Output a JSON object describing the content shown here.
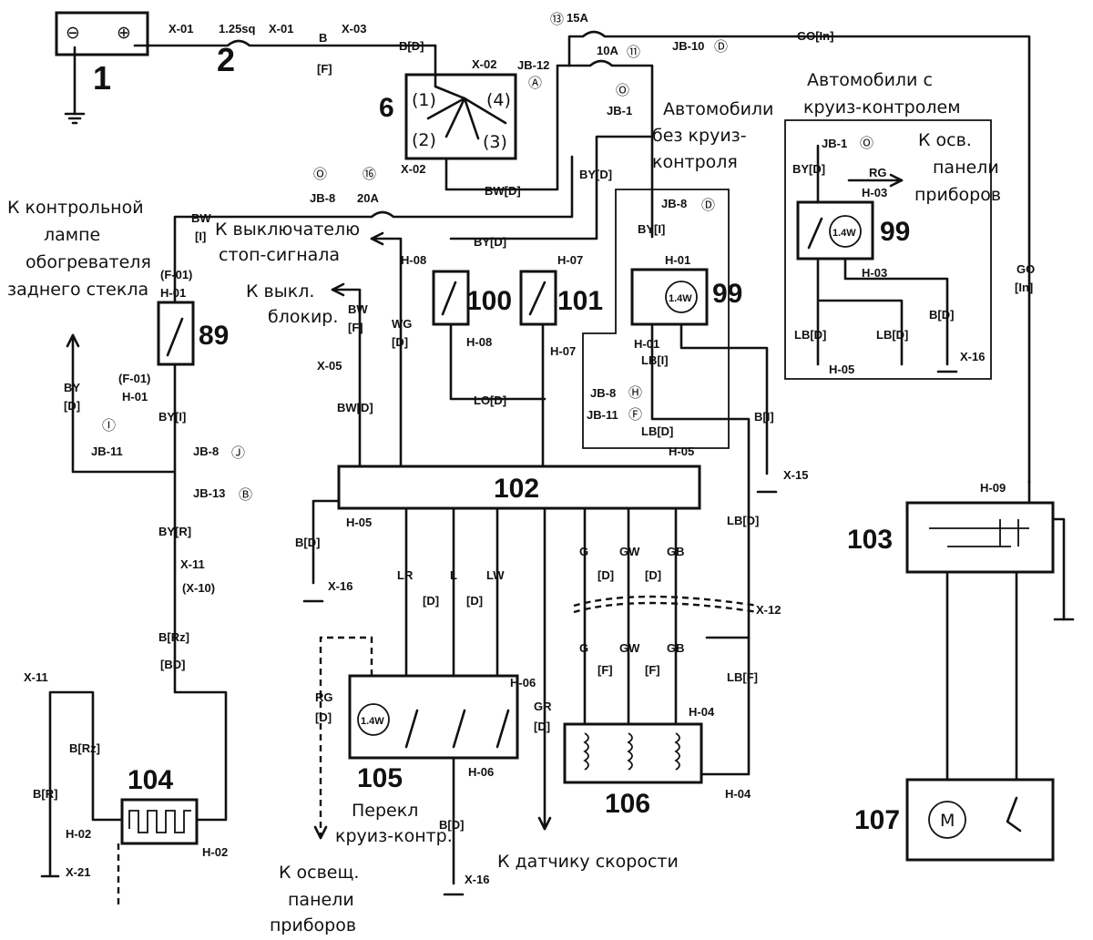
{
  "components": {
    "c1": "1",
    "c2": "2",
    "c6": "6",
    "c89": "89",
    "c99a": "99",
    "c99b": "99",
    "c100": "100",
    "c101": "101",
    "c102": "102",
    "c103": "103",
    "c104": "104",
    "c105": "105",
    "c106": "106",
    "c107": "107"
  },
  "ignition_terminals": [
    "(1)",
    "(2)",
    "(3)",
    "(4)"
  ],
  "lamp": "1.4W",
  "motor": "M",
  "battery": {
    "minus": "⊖",
    "plus": "⊕"
  },
  "fuses": {
    "main": "1.25sq",
    "f15a": "15A",
    "f15a_no": "⑬",
    "f10a": "10A",
    "f10a_no": "⑪",
    "f20a": "20A",
    "f20a_no": "⑯"
  },
  "notes": {
    "cruise_a": "Автомобили с",
    "cruise_b": "круиз-контролем",
    "nocruise_a": "Автомобили",
    "nocruise_b": "без круиз-",
    "nocruise_c": "контроля",
    "panel_a": "К осв.",
    "panel_b": "панели",
    "panel_c": "приборов",
    "lamp_a": "К контрольной",
    "lamp_b": "лампе",
    "lamp_c": "обогревателя",
    "lamp_d": "заднего стекла",
    "stop_a": "К выключателю",
    "stop_b": "стоп-сигнала",
    "block_a": "К выкл.",
    "block_b": "блокир.",
    "switch_a": "Перекл",
    "switch_b": "круиз-контр.",
    "speed": "К датчику скорости",
    "illum_a": "К освещ.",
    "illum_b": "панели",
    "illum_c": "приборов"
  },
  "labels": {
    "x01a": "X-01",
    "x01b": "X-01",
    "x03": "X-03",
    "x02a": "X-02",
    "x02b": "X-02",
    "b_f": "B",
    "b_f2": "[F]",
    "bd": "B[D]",
    "bw_d": "BW[D]",
    "jb12": "JB-12",
    "jb12c": "Ⓐ",
    "jb10": "JB-10",
    "jb10c": "Ⓓ",
    "go_in": "GO[In]",
    "jb1": "JB-1",
    "jb1c": "Ⓞ",
    "by_d1": "BY[D]",
    "jb8d": "JB-8",
    "jb8dc": "Ⓓ",
    "by_i": "BY[I]",
    "jb8": "JB-8",
    "jb8c": "Ⓞ",
    "bw_top": "BW",
    "bw_i": "[I]",
    "f01": "(F-01)",
    "h01": "H-01",
    "f01b": "(F-01)",
    "h01b": "H-01",
    "by_i2": "BY[I]",
    "by_side": "BY",
    "by_side2": "[D]",
    "jb11": "JB-11",
    "jb11c": "Ⓘ",
    "jb8j": "JB-8",
    "jb8jc": "Ⓙ",
    "jb13": "JB-13",
    "jb13c": "Ⓑ",
    "by_r": "BY[R]",
    "x11": "X-11",
    "x10": "(X-10)",
    "b_rz": "B[Rz]",
    "bd2": "[BD]",
    "x11b": "X-11",
    "b_rz2": "B[Rz]",
    "b_r": "B[R]",
    "h02": "H-02",
    "x21": "X-21",
    "h02b": "H-02",
    "by_d2": "BY[D]",
    "h08": "H-08",
    "h07": "H-07",
    "h08b": "H-08",
    "h07b": "H-07",
    "lo_d": "LO[D]",
    "h01c": "H-01",
    "h01d": "H-01",
    "lb_i": "LB[I]",
    "jb8h": "JB-8",
    "jb8hc": "Ⓗ",
    "jb11f": "JB-11",
    "jb11fc": "Ⓕ",
    "lb_d": "LB[D]",
    "h05": "H-05",
    "b_i": "B[I]",
    "x15": "X-15",
    "bw_f": "BW",
    "bw_f2": "[F]",
    "x05": "X-05",
    "bw_d2": "BW[D]",
    "wg": "WG",
    "wg2": "[D]",
    "h05b": "H-05",
    "b_d3": "B[D]",
    "x16a": "X-16",
    "lr": "LR",
    "l": "L",
    "lw": "LW",
    "d1": "[D]",
    "d2": "[D]",
    "g": "G",
    "gw": "GW",
    "gb": "GB",
    "d3": "[D]",
    "d4": "[D]",
    "d5": "[D]",
    "lb_d2": "LB[D]",
    "x12": "X-12",
    "g2": "G",
    "gw2": "GW",
    "gb2": "GB",
    "f1": "[F]",
    "f2": "[F]",
    "lb_f": "LB[F]",
    "h04": "H-04",
    "h04b": "H-04",
    "rg": "RG",
    "rg2": "[D]",
    "h06": "H-06",
    "h06b": "H-06",
    "gr": "GR",
    "gr2": "[D]",
    "b_d4": "B[D]",
    "x16b": "X-16",
    "jb1b": "JB-1",
    "jb1bc": "Ⓞ",
    "by_d3": "BY[D]",
    "rg3": "RG",
    "h03": "H-03",
    "h03b": "H-03",
    "lb_d3": "LB[D]",
    "lb_d4": "LB[D]",
    "b_d5": "B[D]",
    "h05c": "H-05",
    "x16c": "X-16",
    "go": "GO",
    "go2": "[In]",
    "h09": "H-09"
  }
}
